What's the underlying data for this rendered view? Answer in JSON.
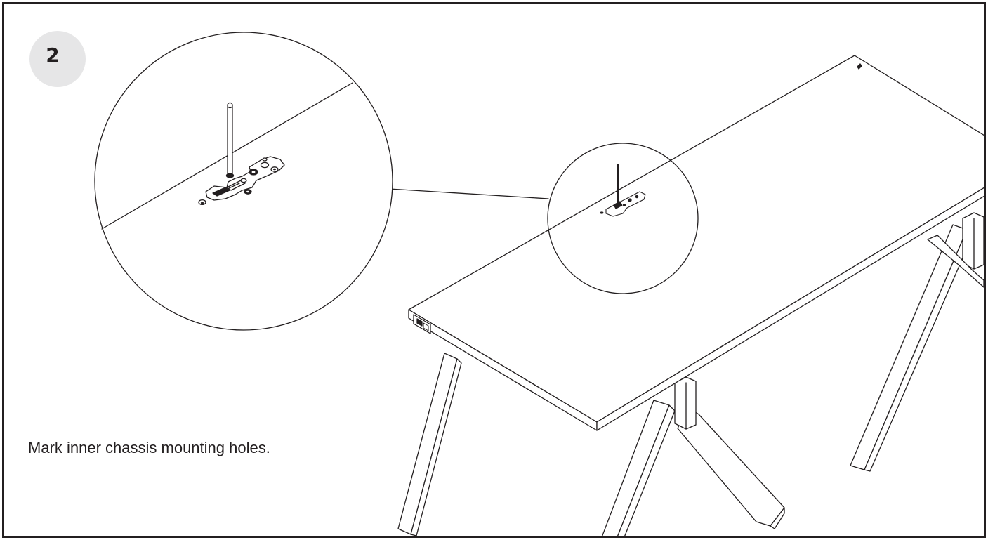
{
  "step": {
    "number": "2",
    "instruction": "Mark inner chassis mounting holes."
  },
  "colors": {
    "line": "#231f20",
    "badge_fill": "#e6e6e7",
    "background": "#ffffff"
  },
  "illustration": {
    "subject": "desk tabletop on angled legs with mounting bracket and marking pin",
    "detail_callout": "magnified view of bracket on tabletop"
  }
}
